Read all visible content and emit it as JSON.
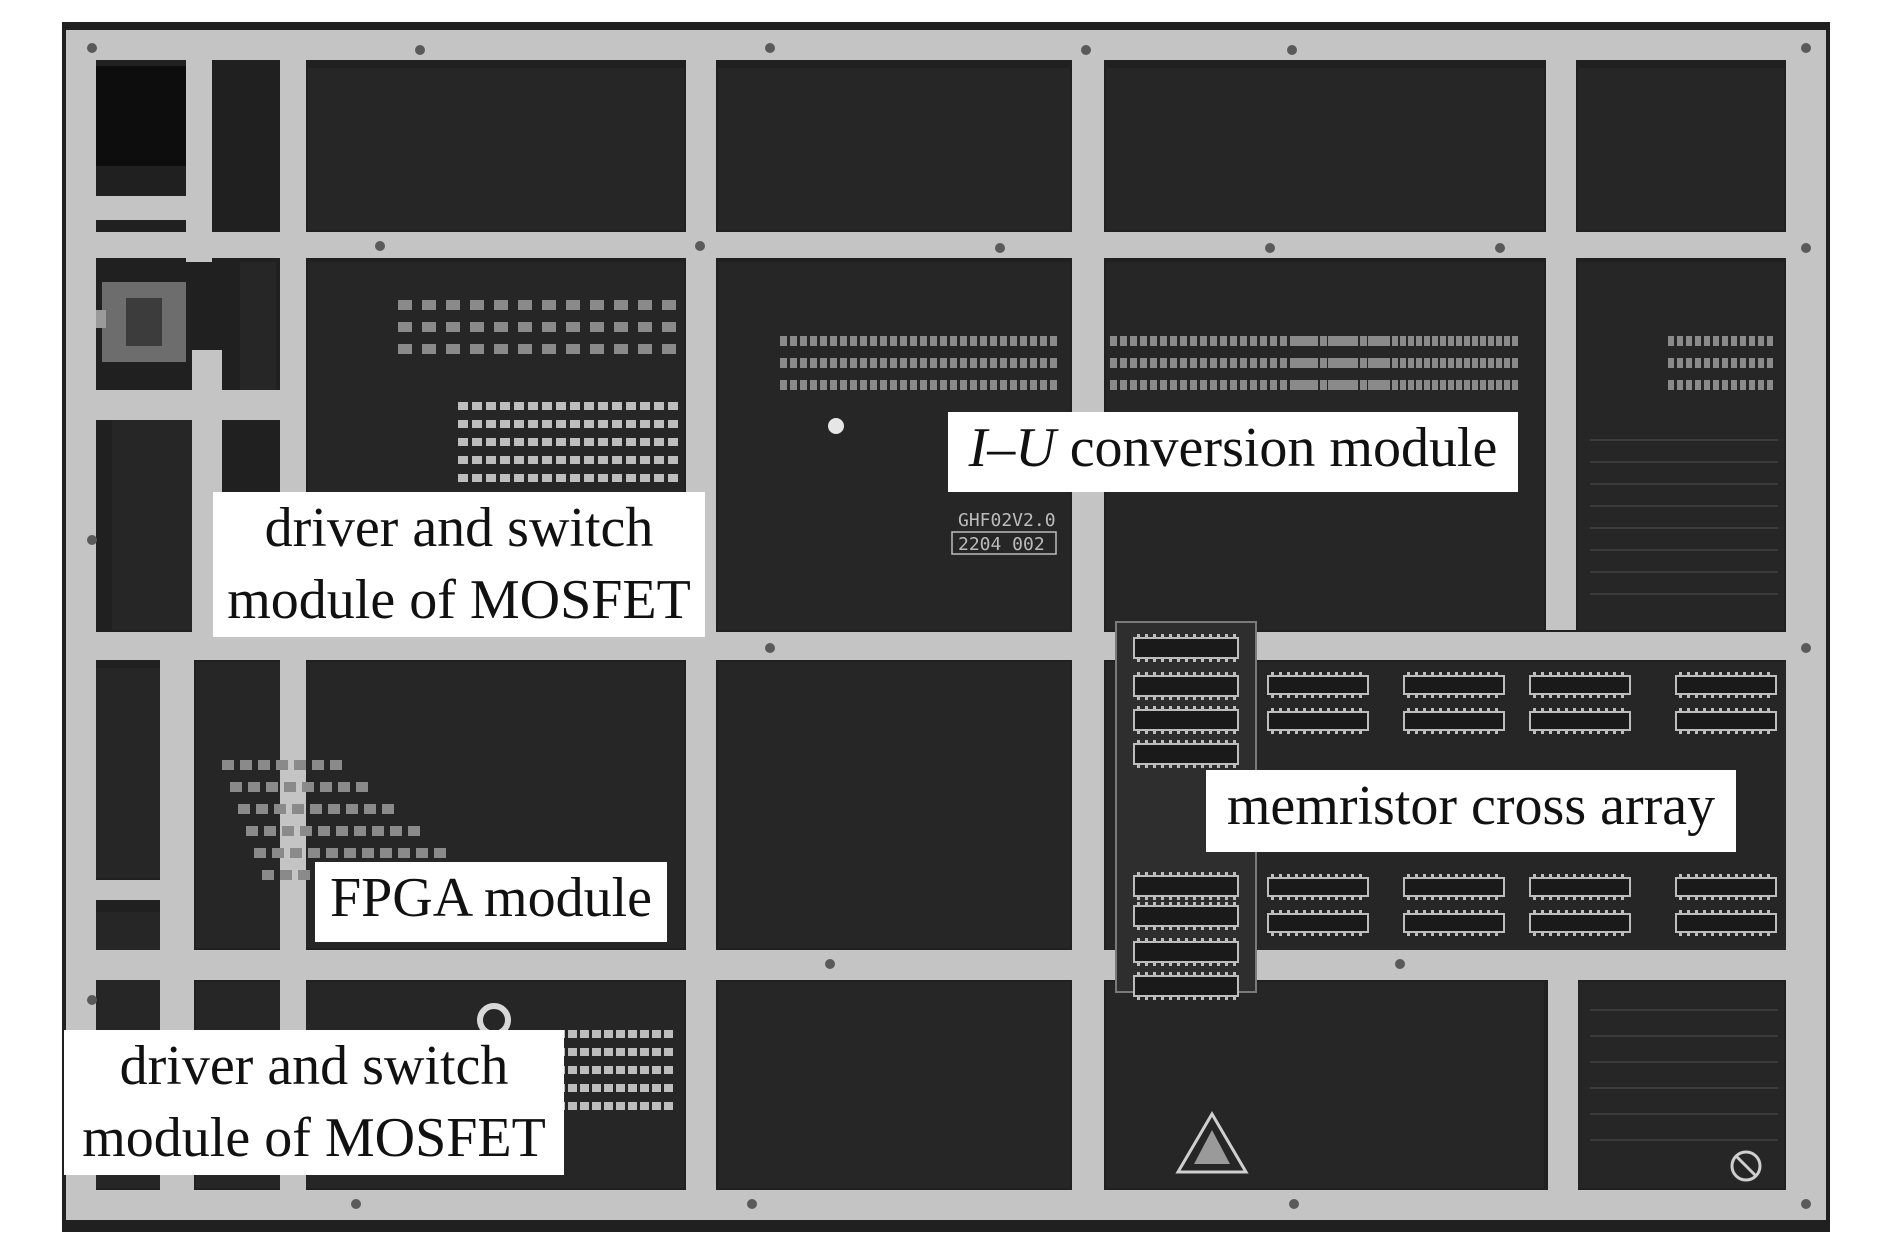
{
  "labels": {
    "driver_top": {
      "line1": "driver and switch",
      "line2": "module of MOSFET"
    },
    "iu_conversion": {
      "prefix": "I",
      "dash": "–",
      "var": "U",
      "suffix": " conversion module"
    },
    "fpga": {
      "text": "FPGA module"
    },
    "memristor": {
      "text": "memristor cross array"
    },
    "driver_bottom": {
      "line1": "driver and switch",
      "line2": "module of MOSFET"
    }
  },
  "board_marking": {
    "line1": "GHF02V2.0",
    "line2": "2204 002"
  },
  "colors": {
    "frame": "#c4c4c4",
    "frame_light": "#dcdcdc",
    "pcb": "#262626",
    "pcb_dark": "#1a1a1a",
    "component": "#8a8a8a",
    "component_light": "#bdbdbd"
  }
}
